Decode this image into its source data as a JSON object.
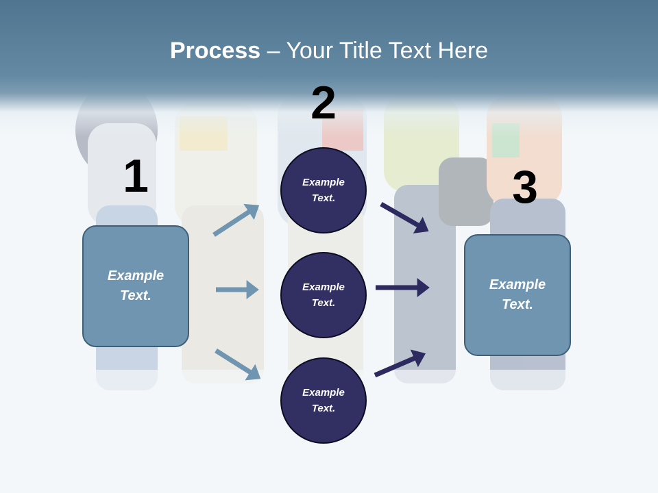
{
  "title": {
    "bold": "Process",
    "rest": " – Your Title Text Here"
  },
  "steps": {
    "one": "1",
    "two": "2",
    "three": "3"
  },
  "left_box": {
    "text": "Example\nText."
  },
  "right_box": {
    "text": "Example\nText."
  },
  "circles": [
    {
      "text": "Example\nText."
    },
    {
      "text": "Example\nText."
    },
    {
      "text": "Example\nText."
    }
  ],
  "colors": {
    "header": "#5b82a0",
    "box_fill": "#6f95b0",
    "circle_fill": "#323063",
    "arrow_light": "#6f95b0",
    "arrow_dark": "#2c2a5e"
  }
}
